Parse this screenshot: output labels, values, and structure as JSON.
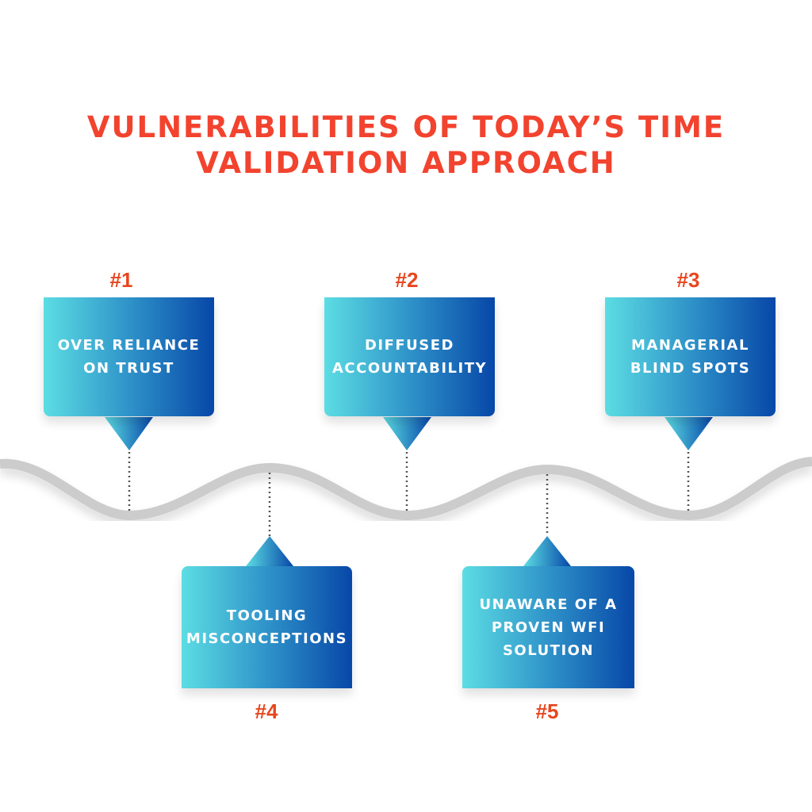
{
  "title": {
    "line1": "VULNERABILITIES OF  TODAY’S TIME",
    "line2": "VALIDATION APPROACH"
  },
  "items": [
    {
      "number": "#1",
      "line1": "OVER RELIANCE",
      "line2": "ON TRUST"
    },
    {
      "number": "#2",
      "line1": "DIFFUSED",
      "line2": "ACCOUNTABILITY"
    },
    {
      "number": "#3",
      "line1": "MANAGERIAL",
      "line2": "BLIND SPOTS"
    },
    {
      "number": "#4",
      "line1": "TOOLING",
      "line2": "MISCONCEPTIONS"
    },
    {
      "number": "#5",
      "line1": "UNAWARE OF A",
      "line2": "PROVEN WFI",
      "line3": "SOLUTION"
    }
  ],
  "colors": {
    "title": "#f2432f",
    "number": "#e8461e",
    "gradient_start": "#5cdde3",
    "gradient_end": "#0747a8",
    "wave": "#cccccc"
  }
}
